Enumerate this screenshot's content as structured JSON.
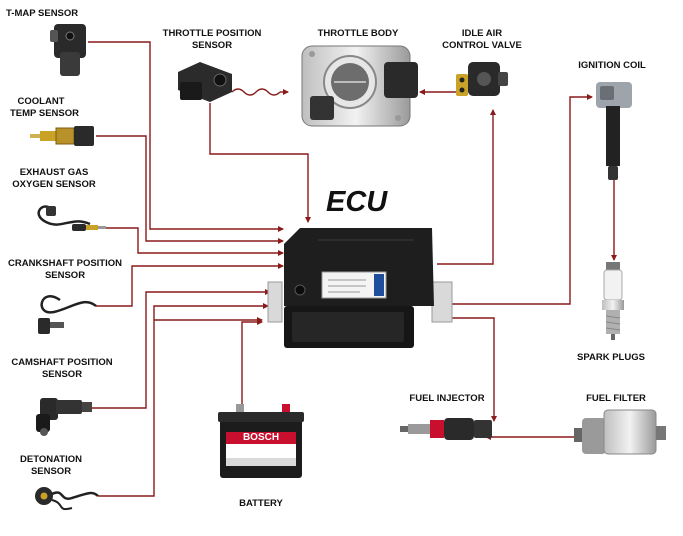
{
  "title": "ECU",
  "colors": {
    "wire": "#8b1a1a",
    "ecu_body": "#1e1e1e",
    "battery_label": "#c8102e"
  },
  "components": {
    "tmap": {
      "name": "T-MAP SENSOR",
      "icon": "sensor-icon"
    },
    "coolant": {
      "line1": "COOLANT",
      "line2": "TEMP SENSOR",
      "icon": "temperature-sensor-icon"
    },
    "exhaust": {
      "line1": "EXHAUST GAS",
      "line2": "OXYGEN SENSOR",
      "icon": "oxygen-sensor-icon"
    },
    "crank": {
      "line1": "CRANKSHAFT POSITION",
      "line2": "SENSOR",
      "icon": "crankshaft-sensor-icon"
    },
    "cam": {
      "line1": "CAMSHAFT POSITION",
      "line2": "SENSOR",
      "icon": "camshaft-sensor-icon"
    },
    "knock": {
      "line1": "DETONATION",
      "line2": "SENSOR",
      "icon": "knock-sensor-icon"
    },
    "tps": {
      "line1": "THROTTLE POSITION",
      "line2": "SENSOR",
      "icon": "throttle-sensor-icon"
    },
    "throttle_body": {
      "name": "THROTTLE BODY",
      "icon": "throttle-body-icon"
    },
    "iac": {
      "line1": "IDLE AIR",
      "line2": "CONTROL VALVE",
      "icon": "valve-icon"
    },
    "coil": {
      "name": "IGNITION COIL",
      "icon": "ignition-coil-icon"
    },
    "plugs": {
      "name": "SPARK PLUGS",
      "icon": "spark-plug-icon"
    },
    "injector": {
      "name": "FUEL INJECTOR",
      "icon": "fuel-injector-icon"
    },
    "filter": {
      "name": "FUEL FILTER",
      "icon": "fuel-filter-icon"
    },
    "battery": {
      "name": "BATTERY",
      "brand": "BOSCH",
      "icon": "battery-icon"
    }
  }
}
